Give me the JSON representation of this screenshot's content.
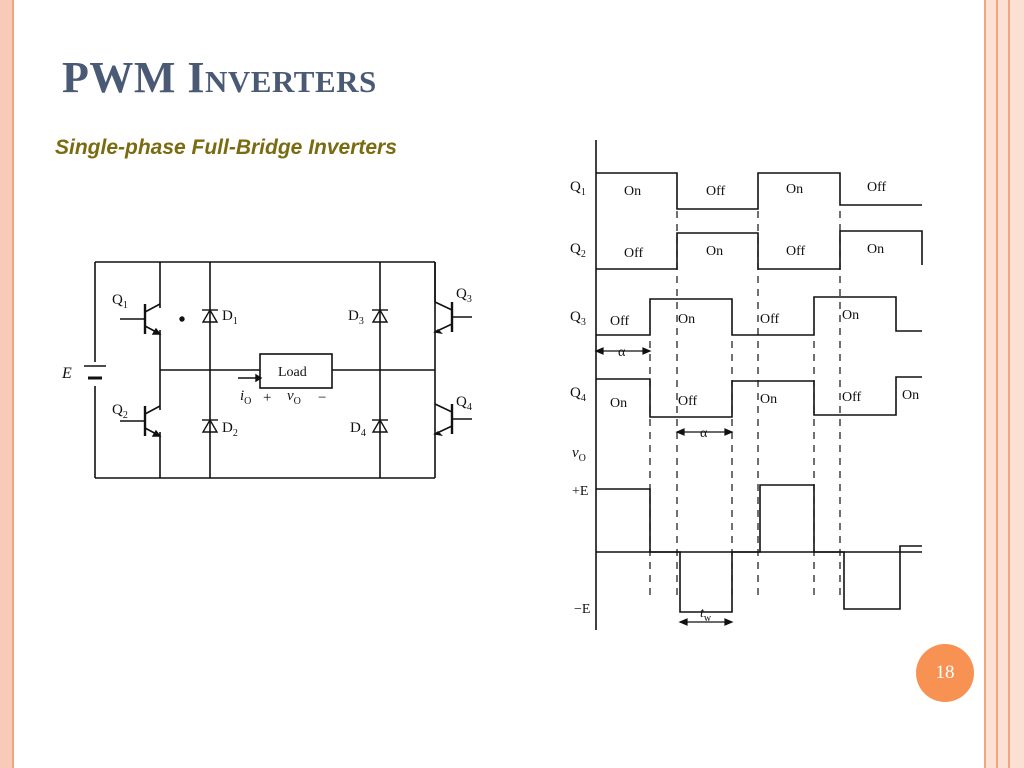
{
  "slide": {
    "title": "PWM Inverters",
    "subtitle": "Single-phase Full-Bridge Inverters",
    "page_number": "18"
  },
  "circuit": {
    "source_label": "E",
    "load_label": "Load",
    "transistors": [
      "Q",
      "Q",
      "Q",
      "Q"
    ],
    "transistor_subs": [
      "1",
      "2",
      "3",
      "4"
    ],
    "diodes": [
      "D",
      "D",
      "D",
      "D"
    ],
    "diode_subs": [
      "1",
      "2",
      "3",
      "4"
    ],
    "current_label": "i",
    "current_sub": "O",
    "voltage_label": "v",
    "voltage_sub": "O",
    "plus": "+",
    "minus": "−"
  },
  "timing": {
    "rows": [
      {
        "name": "Q",
        "sub": "1",
        "states": [
          "On",
          "Off",
          "On",
          "Off"
        ]
      },
      {
        "name": "Q",
        "sub": "2",
        "states": [
          "Off",
          "On",
          "Off",
          "On"
        ]
      },
      {
        "name": "Q",
        "sub": "3",
        "states": [
          "Off",
          "On",
          "Off",
          "On"
        ]
      },
      {
        "name": "Q",
        "sub": "4",
        "states": [
          "On",
          "Off",
          "On",
          "Off",
          "On"
        ]
      }
    ],
    "alpha": "α",
    "vo_label": "v",
    "vo_sub": "O",
    "plus_e": "+E",
    "minus_e": "−E",
    "tw_label": "t",
    "tw_sub": "w"
  },
  "colors": {
    "title": "#4a5a74",
    "subtitle": "#7a6a10",
    "accent": "#f79253",
    "border": "#f4a383"
  }
}
